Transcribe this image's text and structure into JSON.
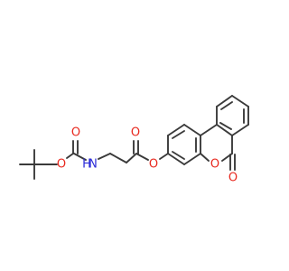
{
  "colors": {
    "bond": "#3a3a3a",
    "oxygen": "#e8281e",
    "nitrogen": "#2c2cd8"
  },
  "atoms": {
    "boc_carbonyl_o": "O",
    "boc_ether_o": "O",
    "nh": "H",
    "nh_n": "N",
    "ester_carbonyl_o": "O",
    "ester_ether_o": "O",
    "ring_o": "O",
    "lactone_o": "O"
  }
}
